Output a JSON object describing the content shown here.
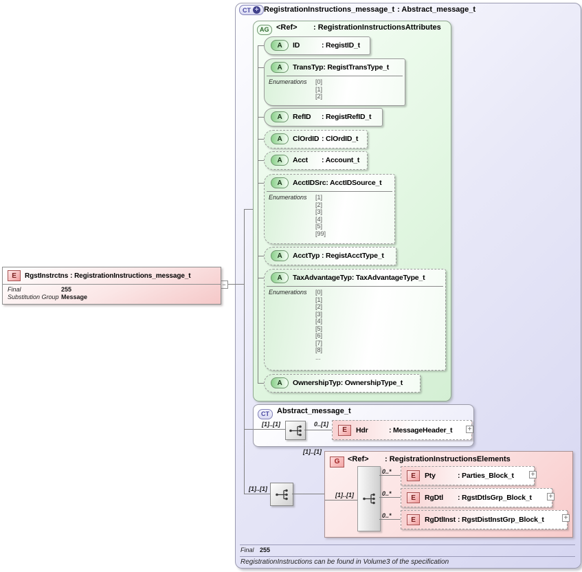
{
  "badges": {
    "element": "E",
    "attribute": "A",
    "complex_type": "CT",
    "attribute_group": "AG",
    "group": "G"
  },
  "icons": {
    "expand": "+",
    "collapse": "−",
    "ct_plus": "+"
  },
  "root": {
    "name": "RgstInstrctns",
    "type": ": RegistrationInstructions_message_t",
    "final_label": "Final",
    "final_value": "255",
    "subst_label": "Substitution Group",
    "subst_value": "Message"
  },
  "ct": {
    "title_name": "RegistrationInstructions_message_t",
    "title_type": ": Abstract_message_t",
    "footer_final_label": "Final",
    "footer_final_value": "255",
    "footer_note": "RegistrationInstructions can be found in Volume3 of the specification"
  },
  "ag": {
    "name": "<Ref>",
    "type": ": RegistrationInstructionsAttributes",
    "enumerations_label": "Enumerations",
    "attributes": [
      {
        "name": "ID",
        "type": ": RegistID_t"
      },
      {
        "name": "TransTyp",
        "type": ": RegistTransType_t",
        "enums": [
          "[0]",
          "[1]",
          "[2]"
        ]
      },
      {
        "name": "RefID",
        "type": ": RegistRefID_t"
      },
      {
        "name": "ClOrdID",
        "type": ": ClOrdID_t"
      },
      {
        "name": "Acct",
        "type": ": Account_t"
      },
      {
        "name": "AcctIDSrc",
        "type": ": AcctIDSource_t",
        "enums": [
          "[1]",
          "[2]",
          "[3]",
          "[4]",
          "[5]",
          "[99]"
        ]
      },
      {
        "name": "AcctTyp",
        "type": ": RegistAcctType_t"
      },
      {
        "name": "TaxAdvantageTyp",
        "type": ": TaxAdvantageType_t",
        "enums": [
          "[0]",
          "[1]",
          "[2]",
          "[3]",
          "[4]",
          "[5]",
          "[6]",
          "[7]",
          "[8]",
          "..."
        ]
      },
      {
        "name": "OwnershipTyp",
        "type": ": OwnershipType_t"
      }
    ]
  },
  "base": {
    "title": "Abstract_message_t",
    "occ_seq": "[1]..[1]",
    "occ_hdr": "0..[1]",
    "hdr": {
      "name": "Hdr",
      "type": ": MessageHeader_t"
    }
  },
  "group": {
    "name": "<Ref>",
    "type": ": RegistrationInstructionsElements",
    "occ_above": "[1]..[1]",
    "occ_seq": "[1]..[1]",
    "occ_inner": "[1]..[1]",
    "elements": [
      {
        "occ": "0..*",
        "name": "Pty",
        "type": ": Parties_Block_t"
      },
      {
        "occ": "0..*",
        "name": "RgDtl",
        "type": ": RgstDtlsGrp_Block_t"
      },
      {
        "occ": "0..*",
        "name": "RgDtlInst",
        "type": ": RgstDistInstGrp_Block_t"
      }
    ]
  }
}
